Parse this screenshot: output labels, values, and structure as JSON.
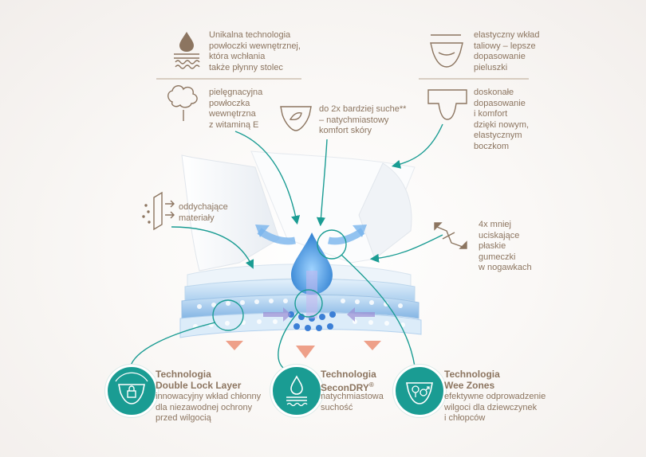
{
  "features": {
    "inner_layer": "Unikalna technologia\npowłoczki wewnętrznej,\nktóra wchłania\ntakże płynny stolec",
    "elastic_waist": "elastyczny wkład\ntaliowy – lepsze\ndopasowanie\npieluszki",
    "care_layer": "pielęgnacyjna\npowłoczka\nwewnętrzna\nz witaminą E",
    "dryer": "do 2x bardziej suche**\n– natychmiastowy\nkomfort skóry",
    "side_fit": "doskonałe\ndopasowanie\ni komfort\ndzięki nowym,\nelastycznym\nboczkom",
    "breathable": "oddychające\nmateriały",
    "less_pressure": "4x mniej\nuciskające\npłaskie\ngumeczki\nw nogawkach"
  },
  "technologies": [
    {
      "title_1": "Technologia",
      "title_2": "Double Lock Layer",
      "desc": "innowacyjny wkład chłonny\ndla niezawodnej ochrony\nprzed wilgocią",
      "icon": "lock-diaper-icon"
    },
    {
      "title_1": "Technologia",
      "title_2": "SeconDRY",
      "sup": "®",
      "desc": "natychmiastowa\nsuchość",
      "icon": "droplet-layers-icon"
    },
    {
      "title_1": "Technologia",
      "title_2": "Wee Zones",
      "desc": "efektywne odprowadzenie\nwilgoci dla dziewczynek\ni chłopców",
      "icon": "gender-diaper-icon"
    }
  ],
  "colors": {
    "text": "#8c7560",
    "teal": "#1a9c93",
    "blue": "#4a8fd6",
    "arrow_orange": "#e8907a"
  }
}
